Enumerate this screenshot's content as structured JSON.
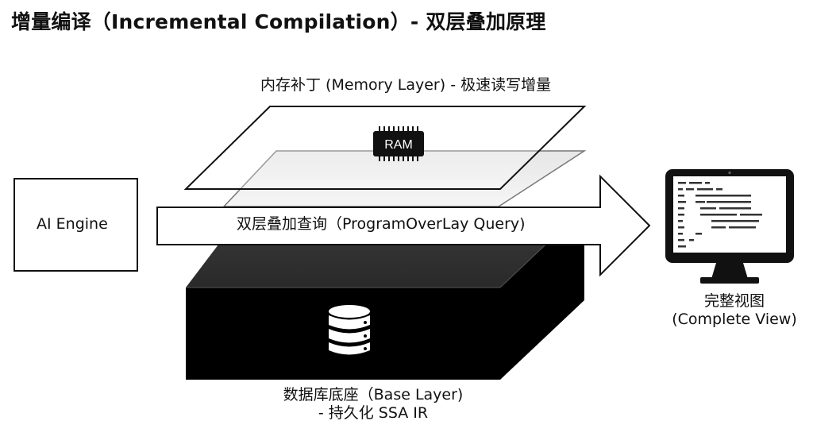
{
  "title": "增量编译（Incremental Compilation）- 双层叠加原理",
  "memory_layer": {
    "label": "内存补丁 (Memory Layer)  - 极速读写增量",
    "chip_label": "RAM"
  },
  "engine": {
    "label": "AI Engine"
  },
  "query_arrow": {
    "label": "双层叠加查询（ProgramOverLay Query)"
  },
  "base_layer": {
    "label_line1": "数据库底座（Base Layer)",
    "label_line2": "- 持久化 SSA IR",
    "icon": "database-icon"
  },
  "view": {
    "label_line1": "完整视图",
    "label_line2": "(Complete View)",
    "icon": "monitor-code-icon"
  }
}
